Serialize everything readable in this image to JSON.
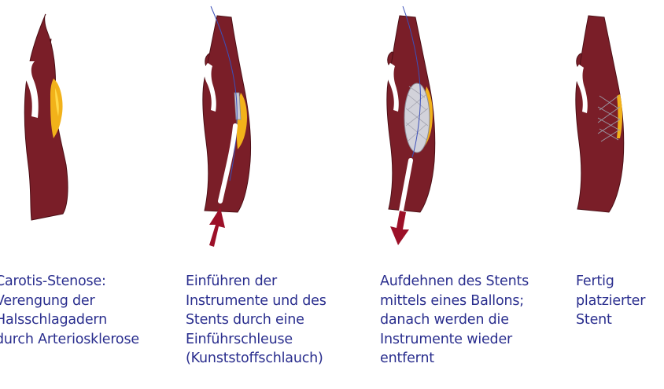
{
  "colors": {
    "vessel": "#7a1e28",
    "vessel_dark": "#4d0f16",
    "plaque": "#f2b21a",
    "plaque_light": "#ffd94a",
    "caption": "#2a2e8e",
    "arrow": "#9c1028",
    "wire": "#3b4fb8"
  },
  "steps": [
    {
      "caption_lines": [
        "Carotis-Stenose:",
        "Verengung der",
        "Halsschlagadern",
        "durch Arteriosklerose"
      ]
    },
    {
      "caption_lines": [
        "Einführen der",
        "Instrumente und des",
        "Stents durch eine",
        "Einführschleuse",
        "(Kunststoffschlauch)"
      ]
    },
    {
      "caption_lines": [
        "Aufdehnen des Stents",
        "mittels eines Ballons;",
        "danach werden die",
        "Instrumente wieder",
        "entfernt"
      ]
    },
    {
      "caption_lines": [
        "Fertig",
        "platzierter",
        "Stent"
      ]
    }
  ]
}
